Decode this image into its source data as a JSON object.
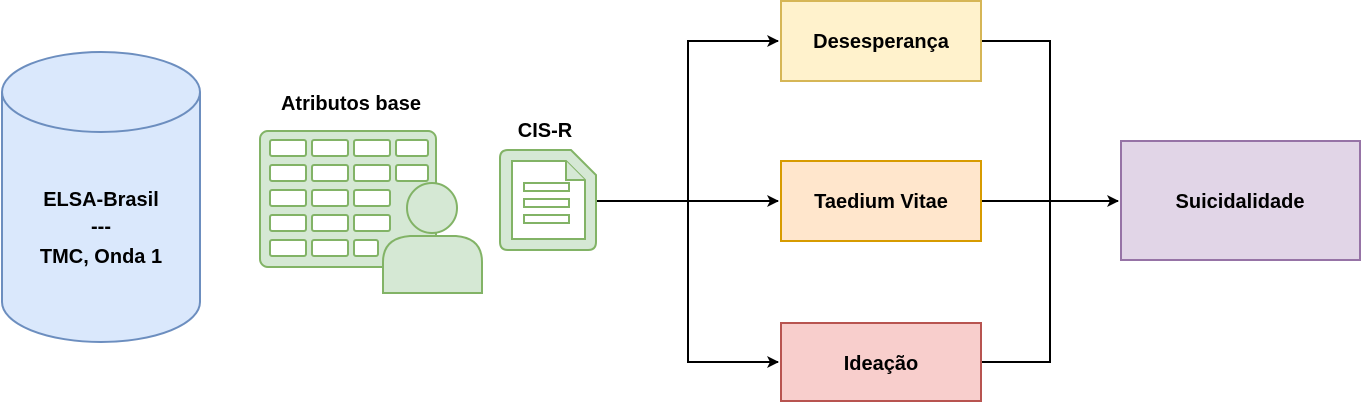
{
  "database": {
    "line1": "ELSA-Brasil",
    "line2": "---",
    "line3": "TMC, Onda 1"
  },
  "table_user": {
    "label": "Atributos base"
  },
  "document": {
    "label": "CIS-R"
  },
  "nodes": {
    "desesperanca": "Desesperança",
    "taedium": "Taedium Vitae",
    "ideacao": "Ideação",
    "suicidalidade": "Suicidalidade"
  },
  "colors": {
    "db_fill": "#dae8fc",
    "db_stroke": "#6c8ebf",
    "green_fill": "#d5e8d4",
    "green_stroke": "#82b366",
    "yellow_fill": "#fff2cc",
    "yellow_stroke": "#d6b656",
    "orange_fill": "#ffe6cc",
    "orange_stroke": "#d79b00",
    "red_fill": "#f8cecc",
    "red_stroke": "#b85450",
    "purple_fill": "#e1d5e7",
    "purple_stroke": "#9673a6"
  }
}
